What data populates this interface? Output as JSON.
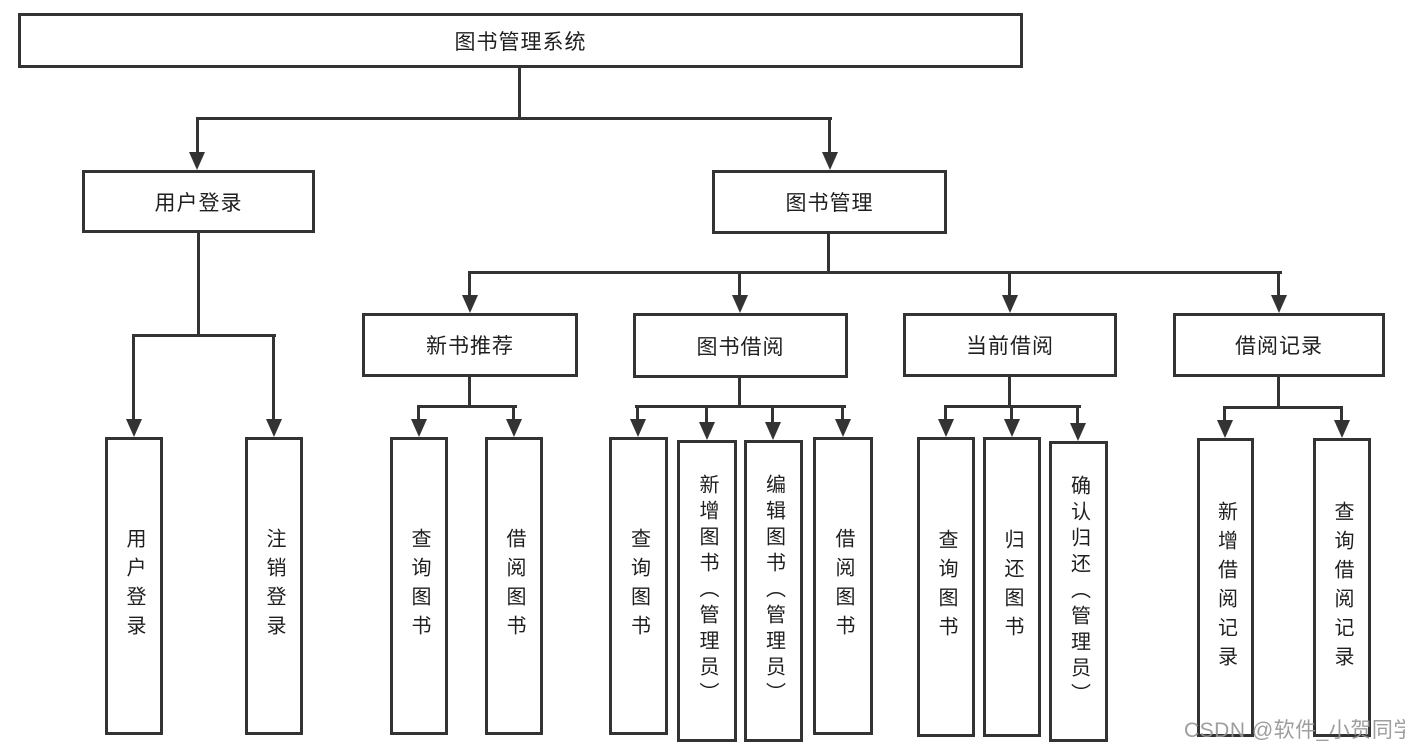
{
  "diagram": {
    "type": "hierarchy-tree",
    "colors": {
      "line": "#333333",
      "box_fill": "#ffffff",
      "background": "#ffffff",
      "text": "#1f1f1f",
      "watermark": "#969696"
    },
    "root": {
      "label": "图书管理系统"
    },
    "branches": [
      {
        "label": "用户登录",
        "children": [
          {
            "label": "用户登录"
          },
          {
            "label": "注销登录"
          }
        ]
      },
      {
        "label": "图书管理",
        "children": [
          {
            "label": "新书推荐",
            "children": [
              {
                "label": "查询图书"
              },
              {
                "label": "借阅图书"
              }
            ]
          },
          {
            "label": "图书借阅",
            "children": [
              {
                "label": "查询图书"
              },
              {
                "label": "新增图书（管理员）"
              },
              {
                "label": "编辑图书（管理员）"
              },
              {
                "label": "借阅图书"
              }
            ]
          },
          {
            "label": "当前借阅",
            "children": [
              {
                "label": "查询图书"
              },
              {
                "label": "归还图书"
              },
              {
                "label": "确认归还（管理员）"
              }
            ]
          },
          {
            "label": "借阅记录",
            "children": [
              {
                "label": "新增借阅记录"
              },
              {
                "label": "查询借阅记录"
              }
            ]
          }
        ]
      }
    ],
    "watermark": "CSDN @软件_小贺同学"
  }
}
